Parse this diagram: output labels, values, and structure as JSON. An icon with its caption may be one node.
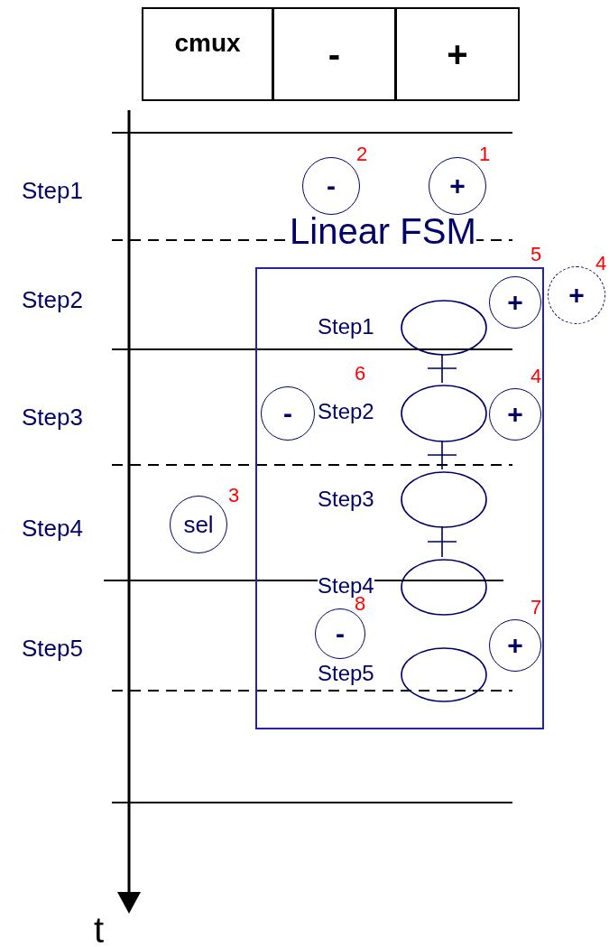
{
  "diagram": {
    "nodes": [
      {
        "text": [
          "cmux"
        ]
      },
      {
        "text": [
          "-"
        ]
      },
      {
        "text": [
          "+"
        ]
      },
      {
        "text": [
          "-"
        ],
        "beside": [
          "2"
        ]
      },
      {
        "text": [
          "+"
        ],
        "beside": [
          "1"
        ]
      },
      {
        "text": [
          "Linear FSM"
        ]
      },
      {
        "text": [
          "+"
        ],
        "in": 5,
        "beside": [
          "5"
        ]
      },
      {
        "text": [
          "+"
        ],
        "beside": [
          "4"
        ]
      },
      {
        "text": [],
        "shape": "ellipse",
        "in": 5
      },
      {
        "text": [
          "-"
        ],
        "in": 5,
        "beside": [
          "6"
        ]
      },
      {
        "text": [],
        "shape": "ellipse",
        "in": 5
      },
      {
        "text": [
          "+"
        ],
        "in": 5,
        "beside": [
          "4"
        ]
      },
      {
        "text": [
          "sel"
        ],
        "beside": [
          "3"
        ]
      },
      {
        "text": [],
        "shape": "ellipse",
        "in": 5
      },
      {
        "text": [],
        "shape": "ellipse",
        "in": 5
      },
      {
        "text": [
          "-"
        ],
        "in": 5,
        "beside": [
          "8"
        ]
      },
      {
        "text": [
          "+"
        ],
        "in": 5,
        "beside": [
          "7"
        ]
      },
      {
        "text": [],
        "shape": "ellipse",
        "in": 5
      }
    ],
    "edges": [
      {
        "from": 8,
        "to": 10,
        "arrow": "none"
      },
      {
        "from": 10,
        "to": 13,
        "arrow": "none"
      },
      {
        "from": 13,
        "to": 14,
        "arrow": "none"
      }
    ],
    "labels": [
      "Step1",
      "Step2",
      "Step3",
      "Step4",
      "Step5",
      "Step1",
      "Step2",
      "Step3",
      "Step4",
      "Step5",
      "t"
    ]
  }
}
